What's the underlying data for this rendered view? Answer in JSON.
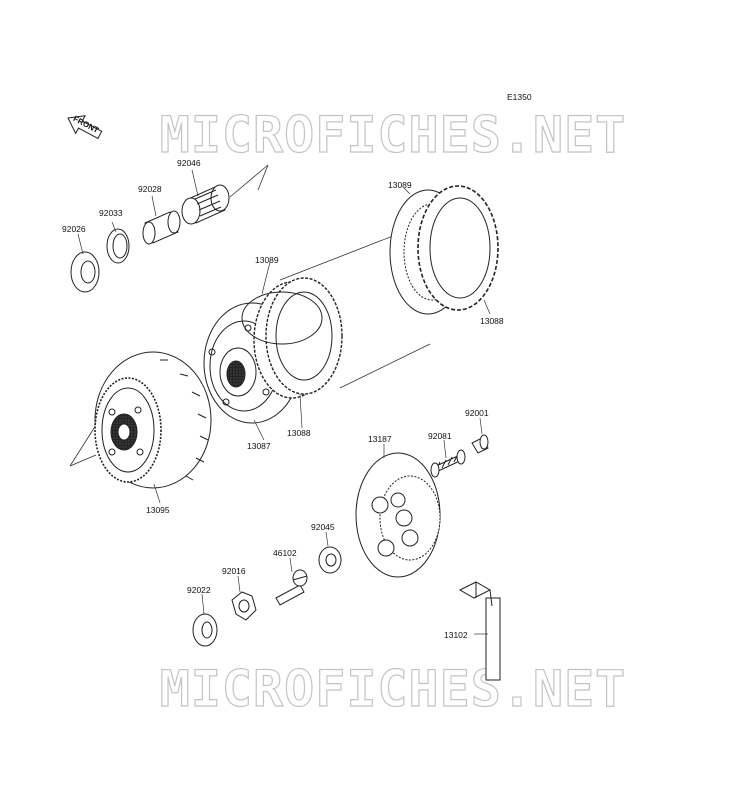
{
  "diagram_code": "E1350",
  "front_label": "FRONT",
  "watermark": "MICROFICHES.NET",
  "parts": {
    "p92026": "92026",
    "p92033": "92033",
    "p92028": "92028",
    "p92046": "92046",
    "p13089_a": "13089",
    "p13089_b": "13089",
    "p13088_a": "13088",
    "p13088_b": "13088",
    "p13087": "13087",
    "p13095": "13095",
    "p13187": "13187",
    "p92081": "92081",
    "p92001": "92001",
    "p92045": "92045",
    "p46102": "46102",
    "p92016": "92016",
    "p92022": "92022",
    "p13102": "13102"
  }
}
